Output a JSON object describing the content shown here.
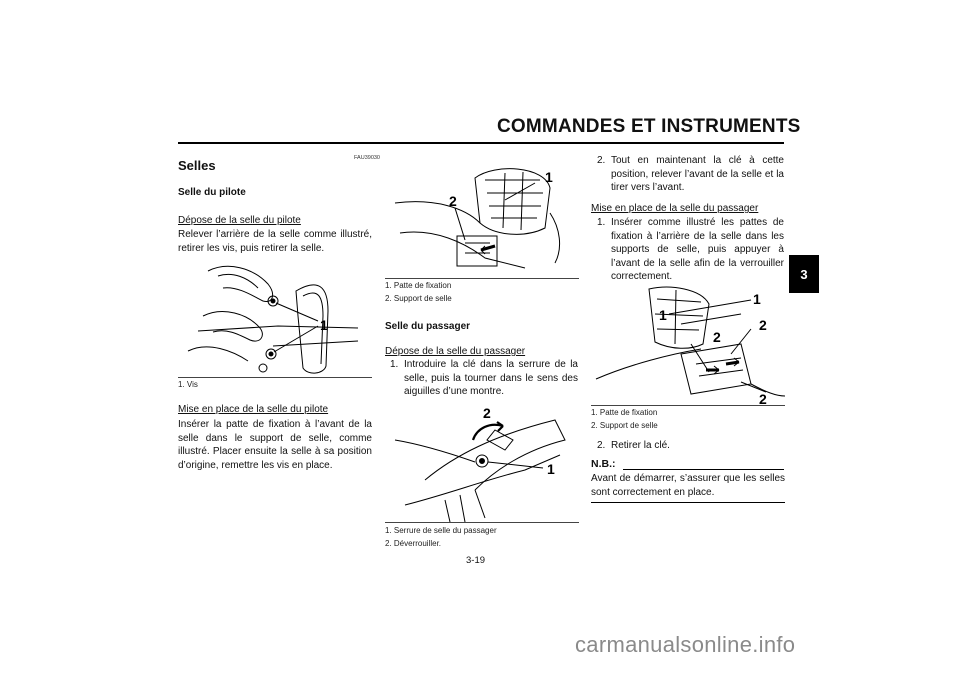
{
  "header": {
    "title": "COMMANDES ET INSTRUMENTS",
    "section_tab": "3"
  },
  "left": {
    "code": "FAU39030",
    "title": "Selles",
    "subtitle": "Selle du pilote",
    "removal_heading": "Dépose de la selle du pilote",
    "removal_text": "Relever l’arrière de la selle comme illustré, retirer les vis, puis retirer la selle.",
    "figure_callout": "1",
    "caption_1": "1. Vis",
    "install_heading": "Mise en place de la selle du pilote",
    "install_text": "Insérer la patte de fixation à l’avant de la selle dans le support de selle, comme illustré. Placer ensuite la selle à sa position d’origine, remettre les vis en place."
  },
  "middle": {
    "figure1_callouts": [
      "1",
      "2"
    ],
    "figure1_captions": [
      "1. Patte de fixation",
      "2. Support de selle"
    ],
    "subtitle": "Selle du passager",
    "removal_heading": "Dépose de la selle du passager",
    "step1_num": "1.",
    "step1_text": "Introduire la clé dans la serrure de la selle, puis la tourner dans le sens des aiguilles d’une montre.",
    "figure2_callouts": [
      "2",
      "1"
    ],
    "figure2_captions": [
      "1. Serrure de selle du passager",
      "2. Déverrouiller."
    ]
  },
  "right": {
    "step2_num": "2.",
    "step2_text": "Tout en maintenant la clé à cette position, relever l’avant de la selle et la tirer vers l’avant.",
    "install_heading": "Mise en place de la selle du passager",
    "install_step1_num": "1.",
    "install_step1_text": "Insérer comme illustré les pattes de fixation à l’arrière de la selle dans les supports de selle, puis appuyer à l’avant de la selle afin de la verrouiller correctement.",
    "figure_callouts": [
      "1",
      "1",
      "2",
      "2",
      "2"
    ],
    "figure_captions": [
      "1. Patte de fixation",
      "2. Support de selle"
    ],
    "install_step2_num": "2.",
    "install_step2_text": "Retirer la clé.",
    "nb_label": "N.B.:",
    "nb_text": "Avant de démarrer, s’assurer que les selles sont correctement en place."
  },
  "footer": {
    "page_number": "3-19",
    "watermark": "carmanualsonline.info"
  }
}
